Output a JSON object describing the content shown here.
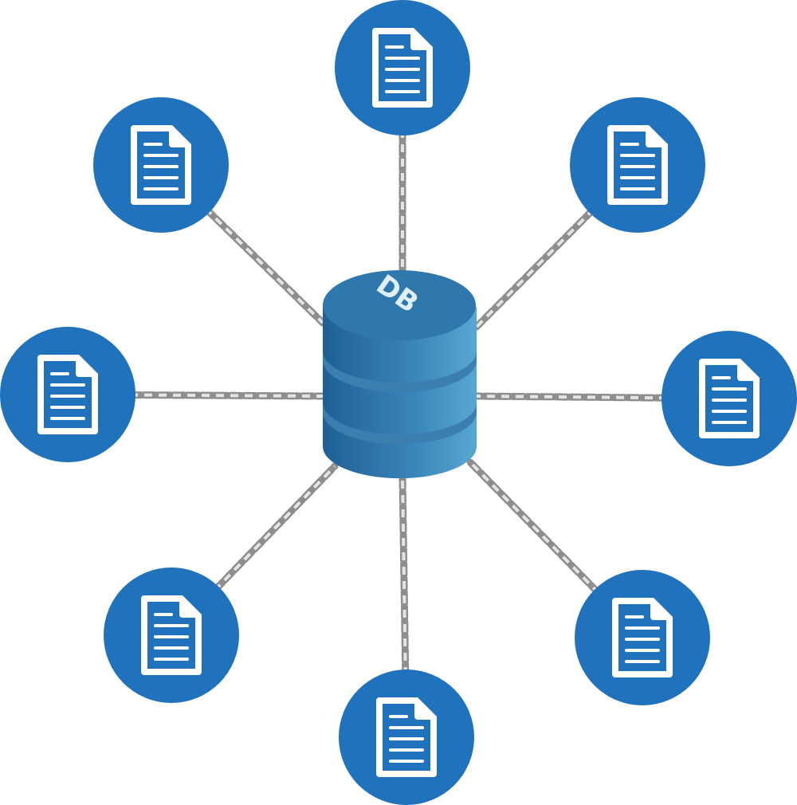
{
  "diagram": {
    "center": {
      "label": "DB",
      "type": "database"
    },
    "nodes": [
      {
        "icon": "document-icon"
      },
      {
        "icon": "document-icon"
      },
      {
        "icon": "document-icon"
      },
      {
        "icon": "document-icon"
      },
      {
        "icon": "document-icon"
      },
      {
        "icon": "document-icon"
      },
      {
        "icon": "document-icon"
      },
      {
        "icon": "document-icon"
      }
    ],
    "connector": "chain"
  },
  "colors": {
    "node_fill": "#1f72bb",
    "db_dark": "#1f5f96",
    "db_light": "#57a7d2",
    "db_top": "#2e78ad",
    "chain": "#b9b9b9"
  }
}
